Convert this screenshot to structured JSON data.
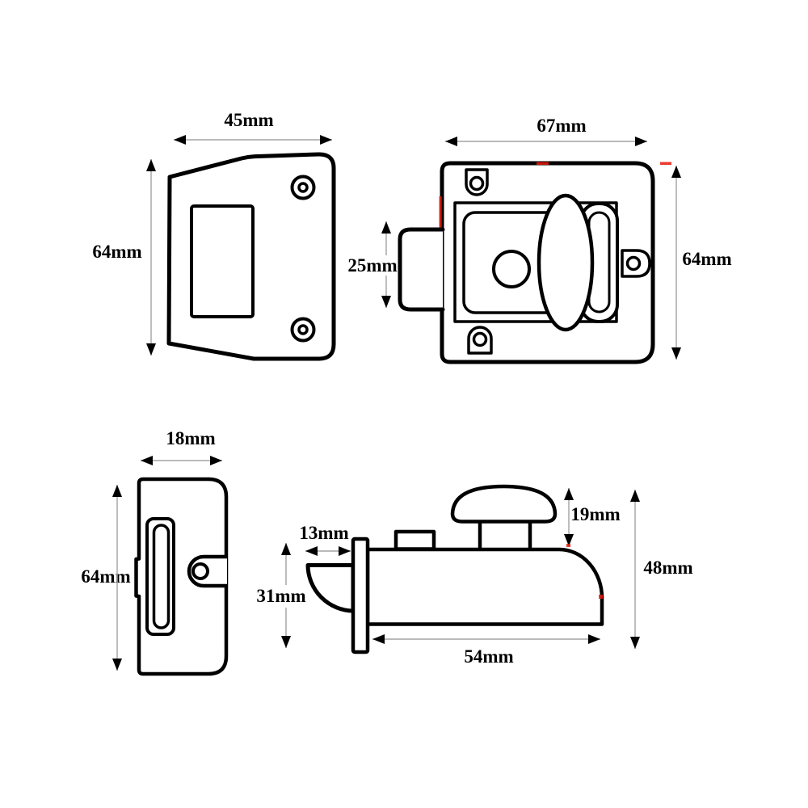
{
  "colors": {
    "line": "#000000",
    "dimension_line": "#a3a3a3",
    "background": "#ffffff",
    "artifact_red": "#e8190c"
  },
  "views": {
    "strike_front": {
      "width": "45mm",
      "height": "64mm"
    },
    "lock_front": {
      "width": "67mm",
      "height": "64mm",
      "bolt_height": "25mm"
    },
    "lock_side": {
      "width": "18mm",
      "height": "64mm"
    },
    "lock_profile": {
      "bolt_projection": "13mm",
      "bolt_face_height": "31mm",
      "knob_height": "19mm",
      "overall_height": "48mm",
      "body_length": "54mm"
    }
  }
}
